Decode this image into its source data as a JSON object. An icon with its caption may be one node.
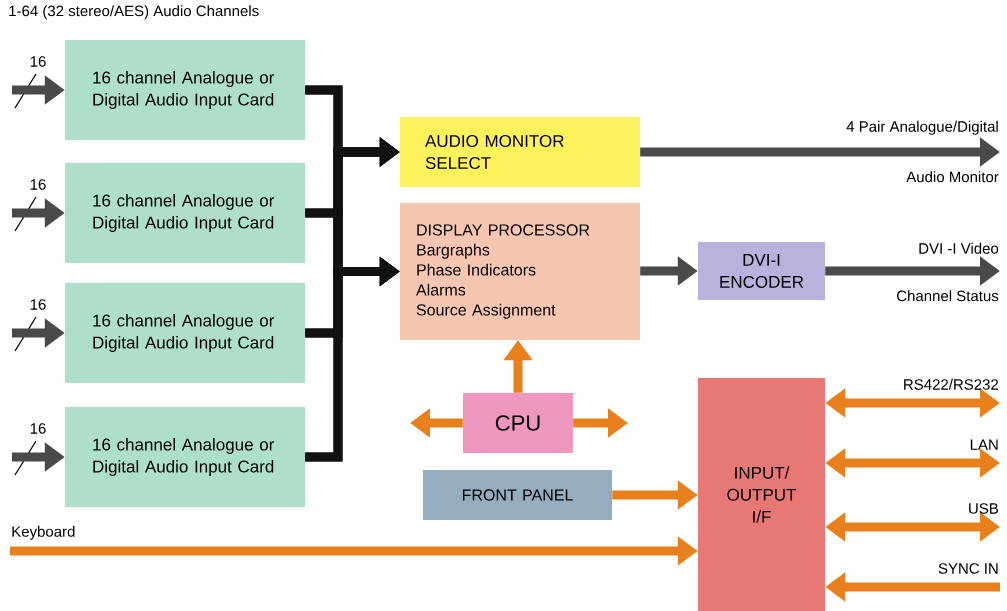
{
  "diagram": {
    "title": "1-64 (32 stereo/AES) Audio Channels",
    "nodes": [
      {
        "text": [
          "16 channel Analogue or Digital Audio Input Card"
        ]
      },
      {
        "text": [
          "16 channel Analogue or Digital Audio Input Card"
        ]
      },
      {
        "text": [
          "16 channel Analogue or Digital Audio Input Card"
        ]
      },
      {
        "text": [
          "16 channel Analogue or Digital Audio Input Card"
        ]
      },
      {
        "text": [
          "AUDIO MONITOR SELECT"
        ]
      },
      {
        "text": [
          "DISPLAY PROCESSOR",
          "Bargraphs",
          "Phase Indicators",
          "Alarms",
          "Source Assignment"
        ]
      },
      {
        "text": [
          "DVI-I ENCODER"
        ]
      },
      {
        "text": [
          "CPU"
        ]
      },
      {
        "text": [
          "FRONT PANEL"
        ]
      },
      {
        "text": [
          "INPUT/ OUTPUT I/F"
        ]
      }
    ],
    "edges": [
      {
        "from": null,
        "to": 0,
        "arrow": "to",
        "label": "16",
        "color": "#4a4a4a"
      },
      {
        "from": null,
        "to": 1,
        "arrow": "to",
        "label": "16",
        "color": "#4a4a4a"
      },
      {
        "from": null,
        "to": 2,
        "arrow": "to",
        "label": "16",
        "color": "#4a4a4a"
      },
      {
        "from": null,
        "to": 3,
        "arrow": "to",
        "label": "16",
        "color": "#4a4a4a"
      },
      {
        "from": 0,
        "to": 4,
        "arrow": "to",
        "color": "#111111"
      },
      {
        "from": 0,
        "to": 5,
        "arrow": "to",
        "color": "#111111"
      },
      {
        "from": 1,
        "to": 4,
        "arrow": "to",
        "color": "#111111"
      },
      {
        "from": 1,
        "to": 5,
        "arrow": "to",
        "color": "#111111"
      },
      {
        "from": 2,
        "to": 4,
        "arrow": "to",
        "color": "#111111"
      },
      {
        "from": 2,
        "to": 5,
        "arrow": "to",
        "color": "#111111"
      },
      {
        "from": 3,
        "to": 4,
        "arrow": "to",
        "color": "#111111"
      },
      {
        "from": 3,
        "to": 5,
        "arrow": "to",
        "color": "#111111"
      },
      {
        "from": 4,
        "to": null,
        "arrow": "to",
        "label": "4 Pair Analogue/Digital",
        "color": "#4a4a4a"
      },
      {
        "from": 5,
        "to": 6,
        "arrow": "to",
        "color": "#4a4a4a"
      },
      {
        "from": 6,
        "to": null,
        "arrow": "to",
        "label": "DVI -I Video",
        "color": "#4a4a4a"
      },
      {
        "from": 7,
        "to": 5,
        "arrow": "to"
      },
      {
        "from": 7,
        "to": null,
        "arrow": "to"
      },
      {
        "from": 7,
        "to": null,
        "arrow": "to"
      },
      {
        "from": 8,
        "to": 9,
        "arrow": "to"
      },
      {
        "from": null,
        "to": 9,
        "arrow": "to",
        "label": "Keyboard"
      },
      {
        "from": 9,
        "to": null,
        "arrow": "both",
        "label": "RS422/RS232"
      },
      {
        "from": 9,
        "to": null,
        "arrow": "both",
        "label": "LAN"
      },
      {
        "from": 9,
        "to": null,
        "arrow": "both",
        "label": "USB"
      },
      {
        "from": null,
        "to": 9,
        "arrow": "to",
        "label": "SYNC IN"
      }
    ],
    "labels": [
      "Audio Monitor",
      "Channel Status"
    ]
  }
}
